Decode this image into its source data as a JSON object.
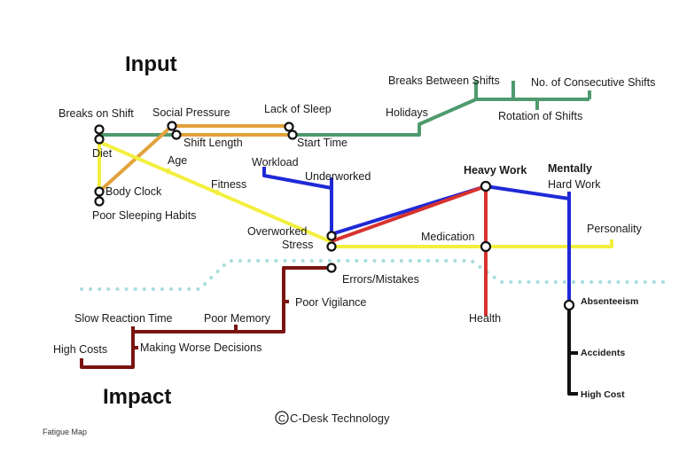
{
  "headings": {
    "input": "Input",
    "impact": "Impact"
  },
  "footer": {
    "caption": "Fatigue Map",
    "copyright": "C-Desk Technology"
  },
  "colors": {
    "green": "#4f9a6e",
    "orange": "#e2a23a",
    "yellow": "#f3ef3f",
    "blue": "#1f29d6",
    "red": "#d8322e",
    "brown": "#7a1410",
    "black": "#111111",
    "dotted": "#a8dedd"
  },
  "labels": {
    "breaks_on_shift": "Breaks on Shift",
    "social_pressure": "Social Pressure",
    "lack_of_sleep": "Lack of Sleep",
    "breaks_between_shifts": "Breaks Between Shifts",
    "consecutive_shifts": "No. of Consecutive Shifts",
    "holidays": "Holidays",
    "rotation_of_shifts": "Rotation of Shifts",
    "diet": "Diet",
    "shift_length": "Shift Length",
    "start_time": "Start Time",
    "age": "Age",
    "workload": "Workload",
    "underworked": "Underworked",
    "heavy_work": "Heavy Work",
    "mentally": "Mentally",
    "hard_work": "Hard Work",
    "body_clock": "Body Clock",
    "fitness": "Fitness",
    "poor_sleeping_habits": "Poor Sleeping Habits",
    "overworked": "Overworked",
    "stress": "Stress",
    "medication": "Medication",
    "personality": "Personality",
    "errors_mistakes": "Errors/Mistakes",
    "poor_vigilance": "Poor Vigilance",
    "absenteeism": "Absenteeism",
    "slow_reaction_time": "Slow Reaction Time",
    "poor_memory": "Poor Memory",
    "health": "Health",
    "high_costs": "High Costs",
    "making_worse_decisions": "Making Worse Decisions",
    "accidents": "Accidents",
    "high_cost": "High Cost"
  }
}
